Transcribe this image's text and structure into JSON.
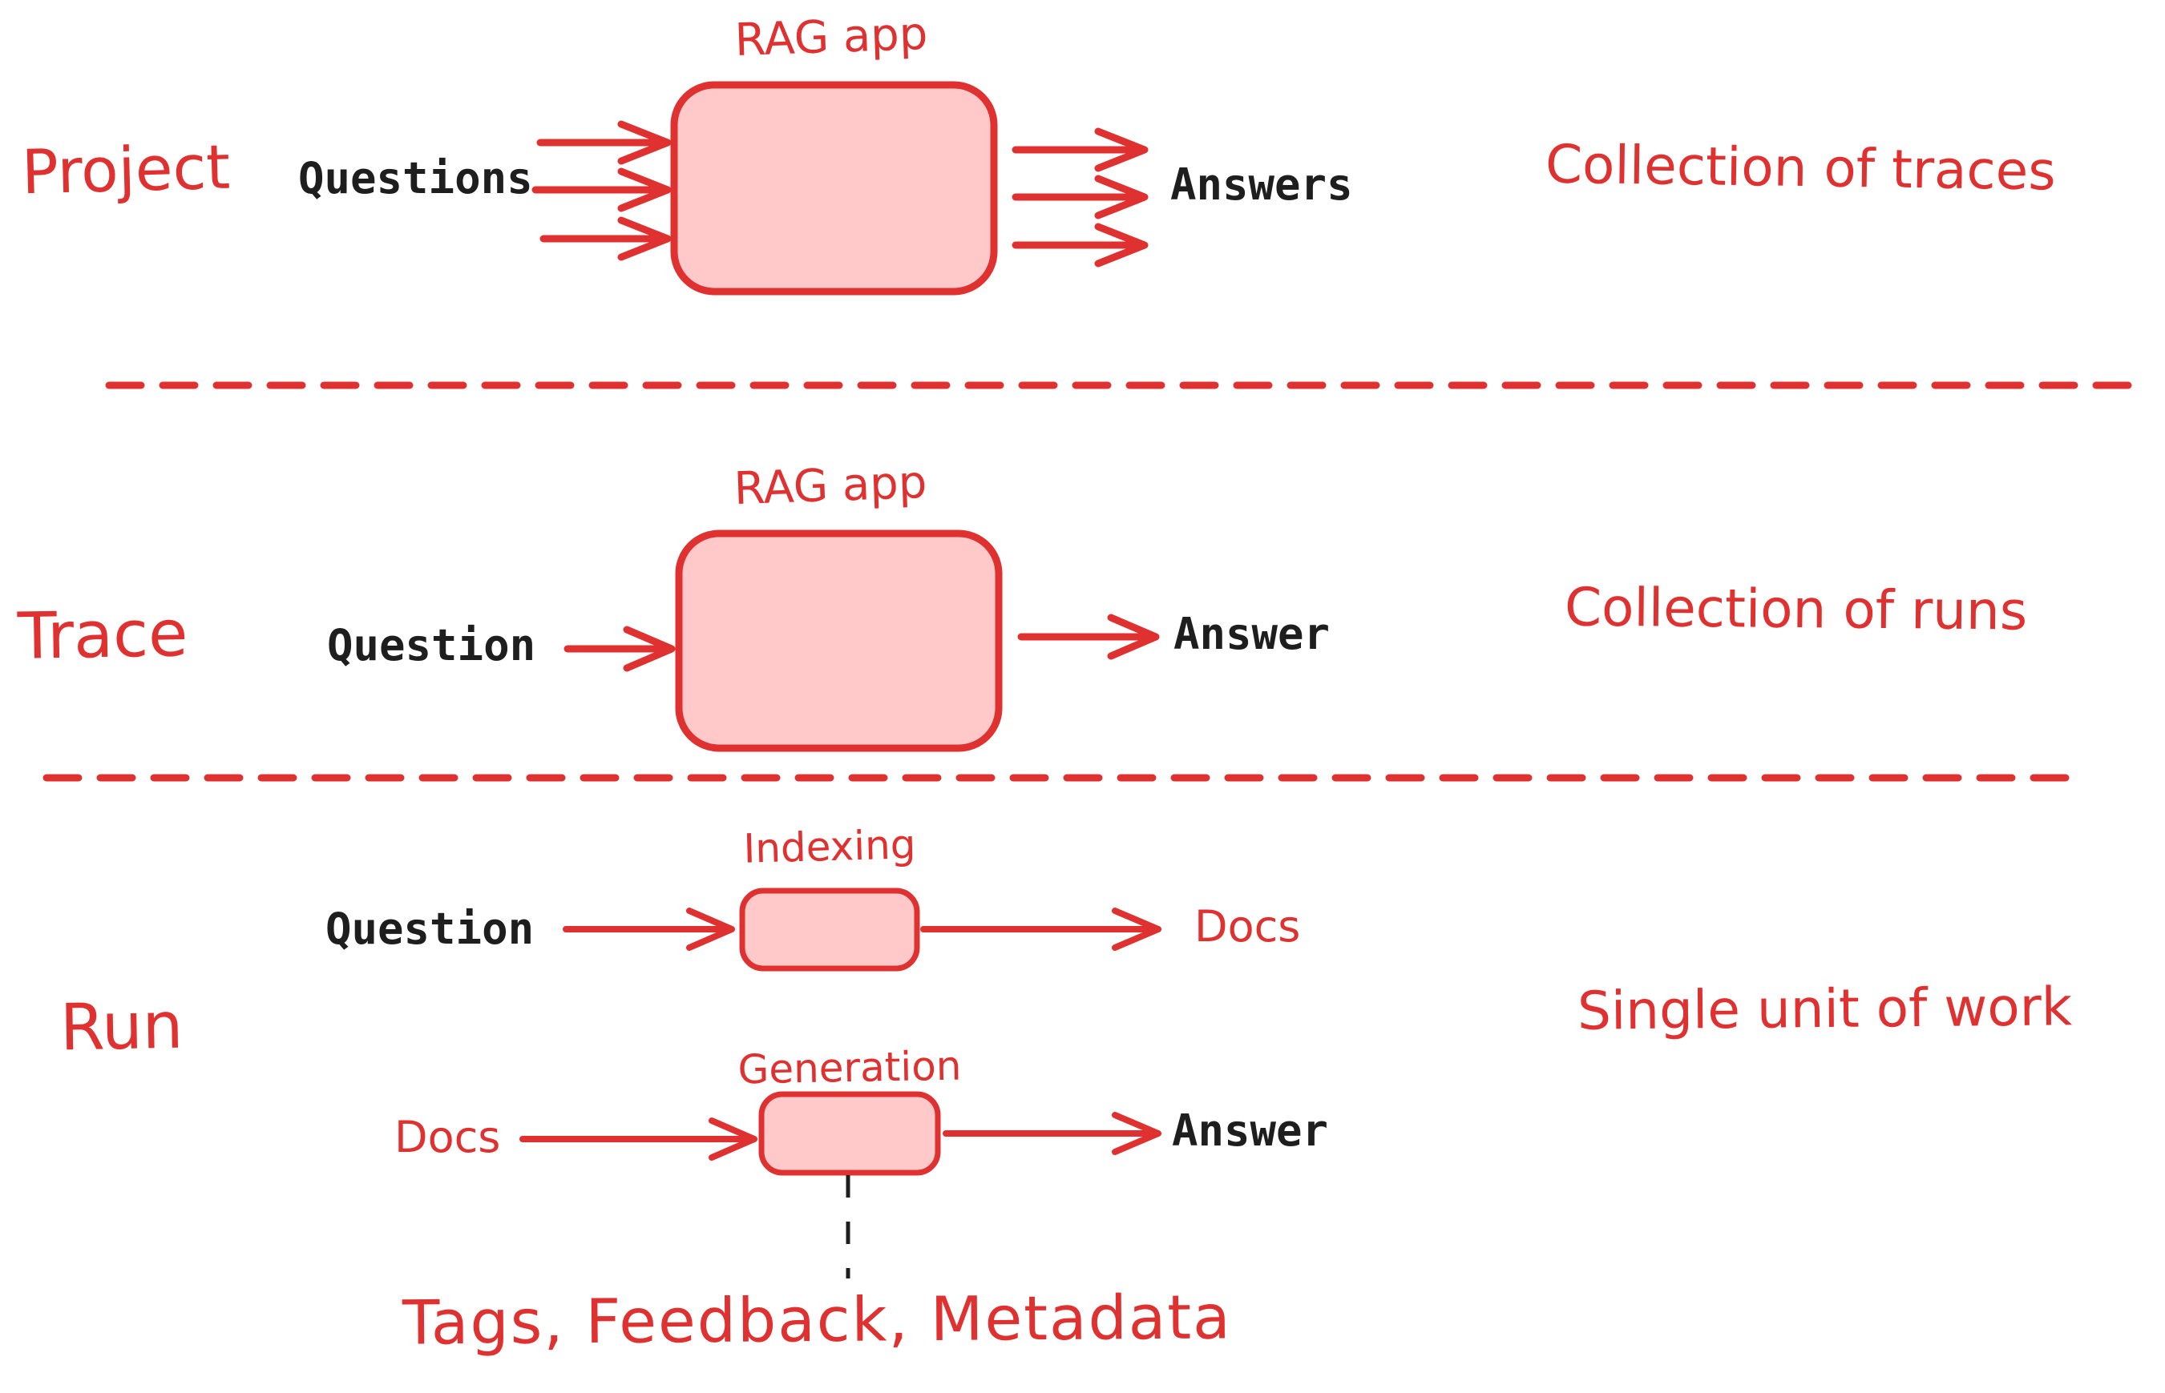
{
  "colors": {
    "accent_red": "#e03131",
    "node_fill": "#ffc9c9",
    "ink": "#1e1e1e",
    "background": "#ffffff"
  },
  "project": {
    "label": "Project",
    "input_label": "Questions",
    "box_label": "RAG app",
    "output_label": "Answers",
    "description": "Collection of traces"
  },
  "trace": {
    "label": "Trace",
    "input_label": "Question",
    "box_label": "RAG app",
    "output_label": "Answer",
    "description": "Collection of runs"
  },
  "run": {
    "label": "Run",
    "description": "Single unit of work",
    "indexing": {
      "input_label": "Question",
      "box_label": "Indexing",
      "output_label": "Docs"
    },
    "generation": {
      "input_label": "Docs",
      "box_label": "Generation",
      "output_label": "Answer"
    },
    "annotation": "Tags, Feedback, Metadata"
  }
}
